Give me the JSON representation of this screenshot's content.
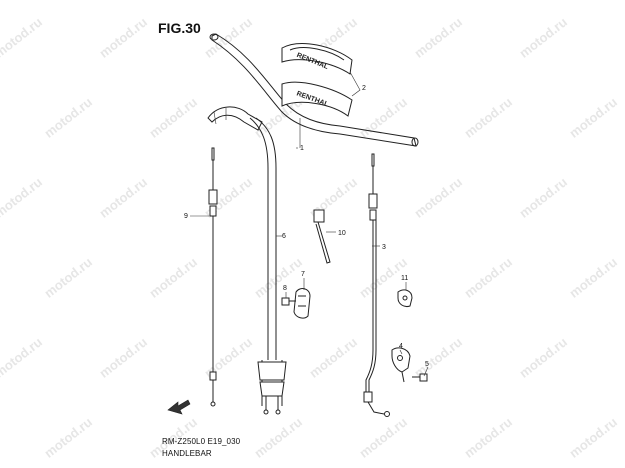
{
  "figure": {
    "title": "FIG.30",
    "model_code": "RM-Z250L0 E19_030",
    "section_name": "HANDLEBAR"
  },
  "watermark": {
    "text": "motod.ru"
  },
  "callouts": [
    {
      "id": "1",
      "part": "handlebar"
    },
    {
      "id": "2",
      "part": "handlebar-pad"
    },
    {
      "id": "3",
      "part": "clutch-cable"
    },
    {
      "id": "4",
      "part": "clutch-lever-bracket"
    },
    {
      "id": "5",
      "part": "bolt"
    },
    {
      "id": "6",
      "part": "throttle-cable"
    },
    {
      "id": "7",
      "part": "cable-guide"
    },
    {
      "id": "8",
      "part": "bolt"
    },
    {
      "id": "9",
      "part": "hot-start-cable"
    },
    {
      "id": "10",
      "part": "cable-tie"
    },
    {
      "id": "11",
      "part": "clamp"
    }
  ],
  "pad_brand_text": "RENTHAL",
  "icons": {
    "direction": "front-arrow-icon"
  }
}
